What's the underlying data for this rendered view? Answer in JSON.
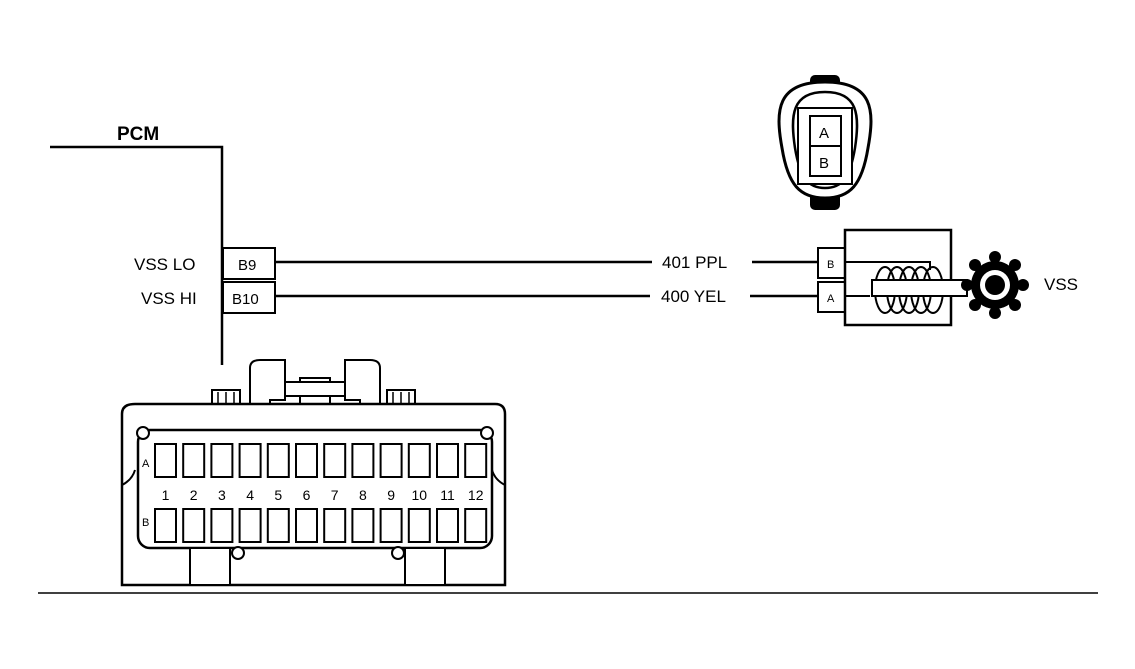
{
  "pcm": {
    "title": "PCM",
    "signals": [
      {
        "name": "VSS LO",
        "pin": "B9",
        "wire": "401 PPL",
        "sensor_pin": "B"
      },
      {
        "name": "VSS HI",
        "pin": "B10",
        "wire": "400 YEL",
        "sensor_pin": "A"
      }
    ]
  },
  "sensor": {
    "label": "VSS"
  },
  "sensor_connector": {
    "cavities": [
      "A",
      "B"
    ]
  },
  "pcm_connector": {
    "row_labels": [
      "A",
      "B"
    ],
    "pin_numbers": [
      "1",
      "2",
      "3",
      "4",
      "5",
      "6",
      "7",
      "8",
      "9",
      "10",
      "11",
      "12"
    ]
  }
}
